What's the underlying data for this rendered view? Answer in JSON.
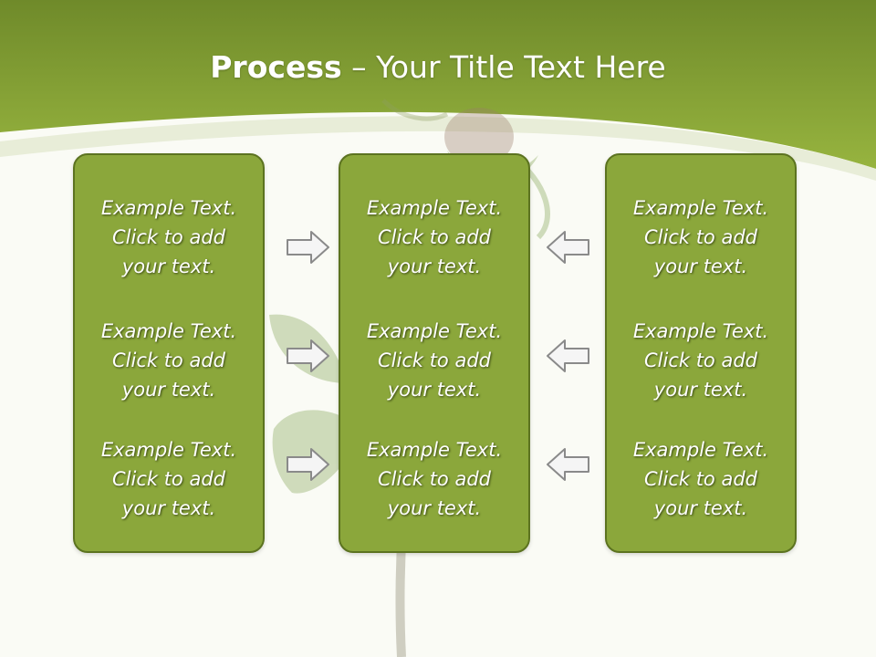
{
  "slide": {
    "title_bold": "Process",
    "title_rest": " – Your Title Text Here"
  },
  "columns": [
    {
      "blocks": [
        "Example Text.\nClick  to add\nyour text.",
        "Example Text.\nClick  to add\nyour text.",
        "Example Text.\nClick  to add\nyour text."
      ]
    },
    {
      "blocks": [
        "Example Text.\nClick  to add\nyour text.",
        "Example Text.\nClick  to add\nyour text.",
        "Example Text.\nClick  to add\nyour text."
      ]
    },
    {
      "blocks": [
        "Example Text.\nClick  to add\nyour text.",
        "Example Text.\nClick  to add\nyour text.",
        "Example Text.\nClick  to add\nyour text."
      ]
    }
  ],
  "colors": {
    "header_green": "#8fac3a",
    "box_fill": "#8ba73b",
    "box_border": "#5c7320",
    "arrow_fill": "#f5f5f5",
    "arrow_stroke": "#8a8a8a"
  },
  "icons": [
    "right-arrow-icon",
    "left-arrow-icon",
    "rose-bud-image"
  ]
}
